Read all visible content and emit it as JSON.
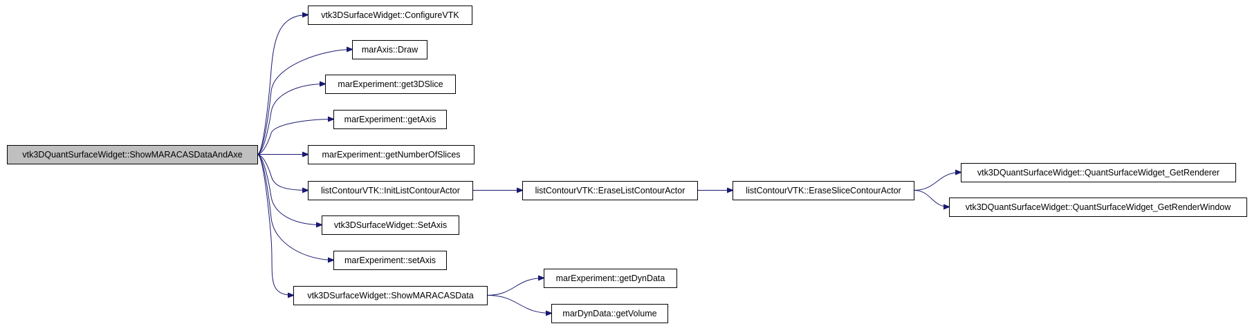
{
  "diagram": {
    "nodes": [
      {
        "id": "root",
        "label": "vtk3DQuantSurfaceWidget::ShowMARACASDataAndAxe",
        "root": true
      },
      {
        "id": "configure",
        "label": "vtk3DSurfaceWidget::ConfigureVTK"
      },
      {
        "id": "draw",
        "label": "marAxis::Draw"
      },
      {
        "id": "get3dslice",
        "label": "marExperiment::get3DSlice"
      },
      {
        "id": "getaxis",
        "label": "marExperiment::getAxis"
      },
      {
        "id": "getnumslices",
        "label": "marExperiment::getNumberOfSlices"
      },
      {
        "id": "initlist",
        "label": "listContourVTK::InitListContourActor"
      },
      {
        "id": "eraselist",
        "label": "listContourVTK::EraseListContourActor"
      },
      {
        "id": "eraseslice",
        "label": "listContourVTK::EraseSliceContourActor"
      },
      {
        "id": "getrenderer",
        "label": "vtk3DQuantSurfaceWidget::QuantSurfaceWidget_GetRenderer"
      },
      {
        "id": "getrenderwindow",
        "label": "vtk3DQuantSurfaceWidget::QuantSurfaceWidget_GetRenderWindow"
      },
      {
        "id": "setaxis3d",
        "label": "vtk3DSurfaceWidget::SetAxis"
      },
      {
        "id": "setaxisexp",
        "label": "marExperiment::setAxis"
      },
      {
        "id": "showdata",
        "label": "vtk3DSurfaceWidget::ShowMARACASData"
      },
      {
        "id": "getdyndata",
        "label": "marExperiment::getDynData"
      },
      {
        "id": "getvolume",
        "label": "marDynData::getVolume"
      }
    ],
    "edges": [
      {
        "from": "root",
        "to": "configure"
      },
      {
        "from": "root",
        "to": "draw"
      },
      {
        "from": "root",
        "to": "get3dslice"
      },
      {
        "from": "root",
        "to": "getaxis"
      },
      {
        "from": "root",
        "to": "getnumslices"
      },
      {
        "from": "root",
        "to": "initlist"
      },
      {
        "from": "root",
        "to": "setaxis3d"
      },
      {
        "from": "root",
        "to": "setaxisexp"
      },
      {
        "from": "root",
        "to": "showdata"
      },
      {
        "from": "initlist",
        "to": "eraselist"
      },
      {
        "from": "eraselist",
        "to": "eraseslice"
      },
      {
        "from": "eraseslice",
        "to": "getrenderer"
      },
      {
        "from": "eraseslice",
        "to": "getrenderwindow"
      },
      {
        "from": "showdata",
        "to": "getdyndata"
      },
      {
        "from": "showdata",
        "to": "getvolume"
      }
    ],
    "colors": {
      "edge": "#191970",
      "root_fill": "#bfbfbf",
      "node_fill": "#ffffff",
      "border": "#000000"
    }
  }
}
